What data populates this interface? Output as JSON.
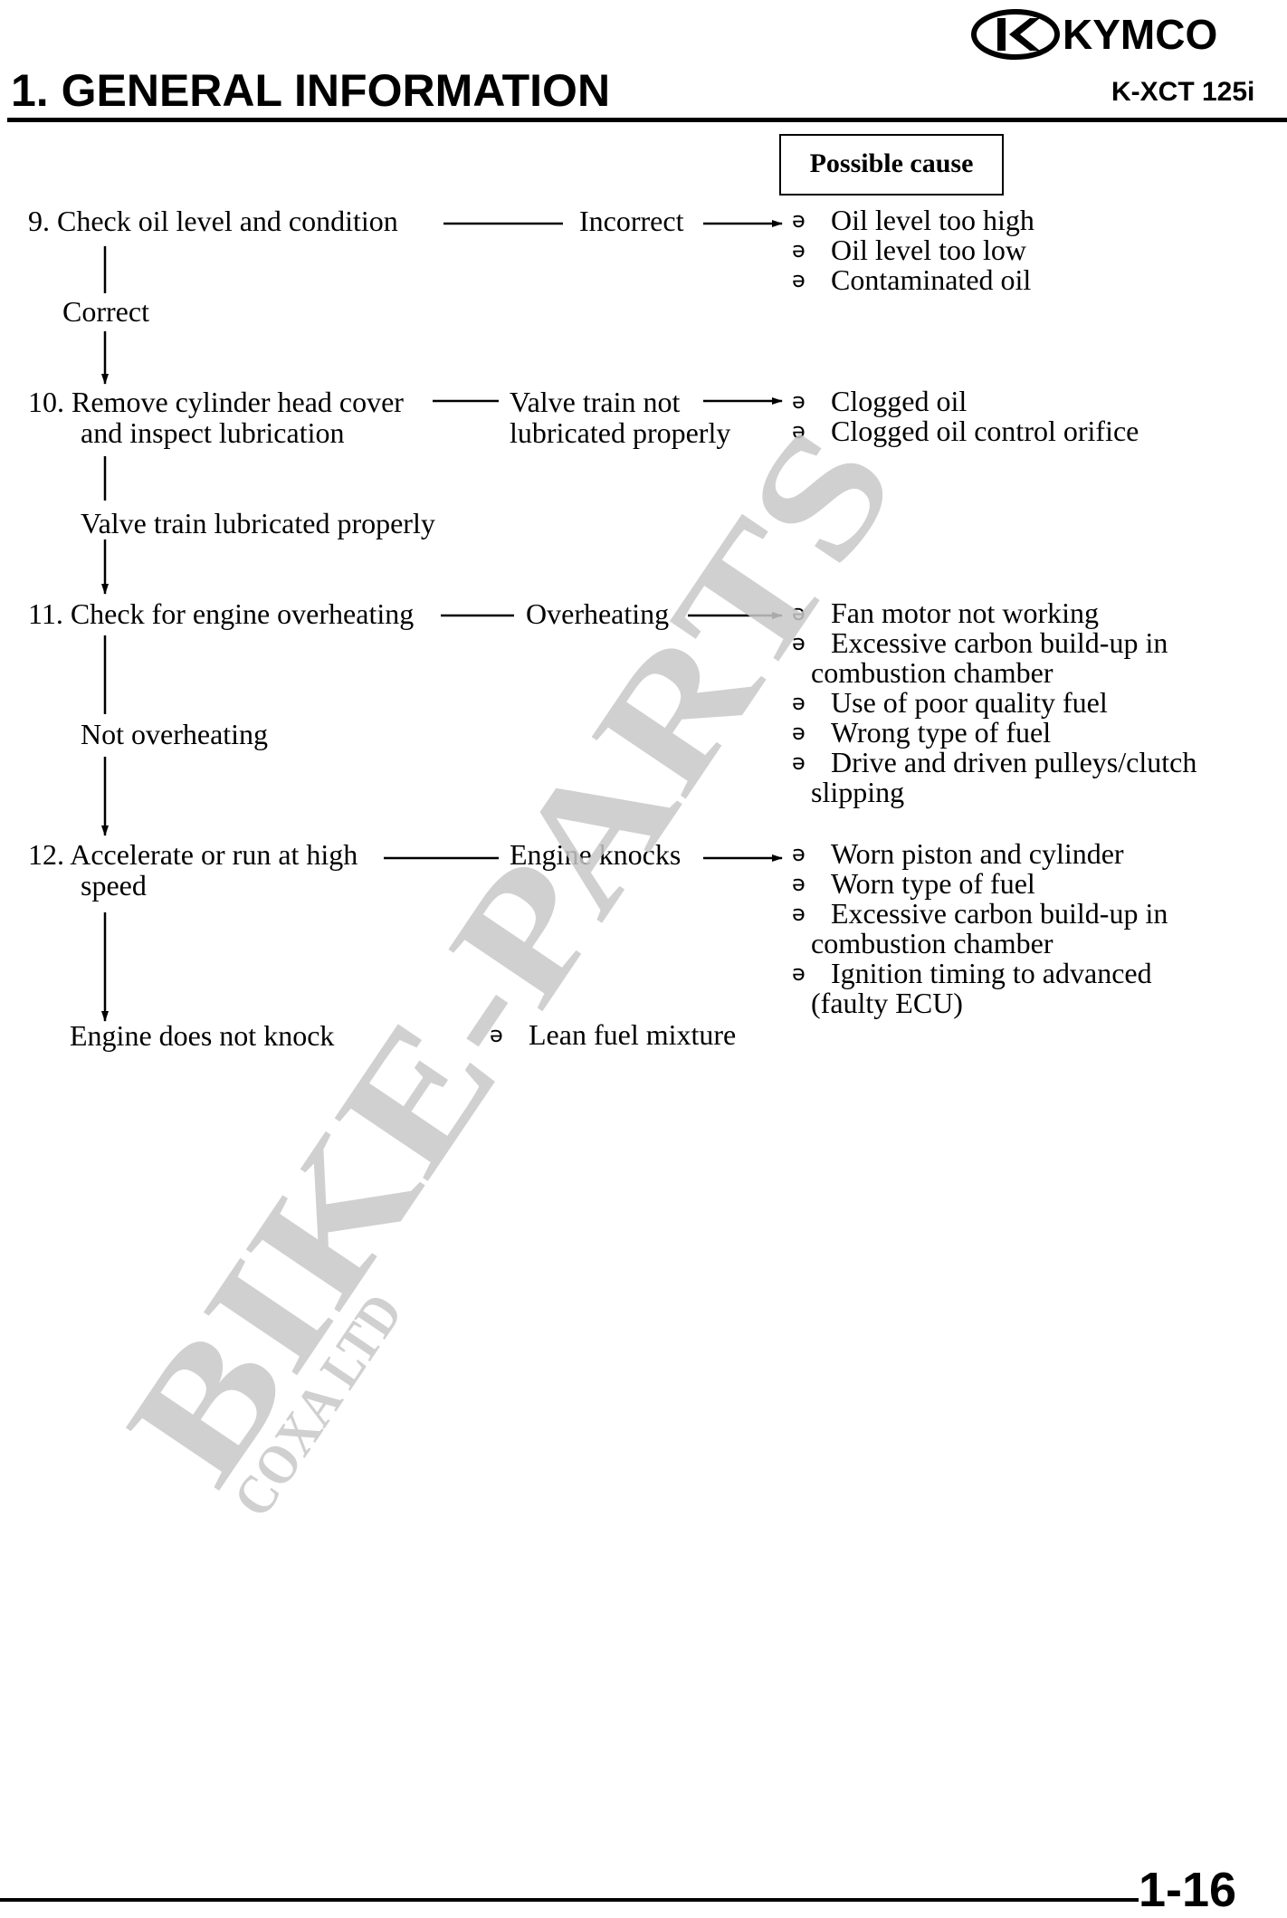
{
  "header": {
    "brand": "KYMCO",
    "section_title": "1. GENERAL INFORMATION",
    "model": "K-XCT 125i"
  },
  "possible_cause_label": "Possible cause",
  "bullet_glyph": "ə",
  "steps": [
    {
      "id": "9",
      "title_lines": [
        "9. Check oil level and condition"
      ],
      "result": "Incorrect",
      "causes": [
        "Oil level too high",
        "Oil level too low",
        "Contaminated oil"
      ],
      "pass": "Correct"
    },
    {
      "id": "10",
      "title_lines": [
        "10. Remove cylinder head cover",
        "and inspect lubrication"
      ],
      "result_lines": [
        "Valve train not",
        "lubricated properly"
      ],
      "causes": [
        "Clogged oil",
        "Clogged oil control orifice"
      ],
      "pass": "Valve train lubricated properly"
    },
    {
      "id": "11",
      "title_lines": [
        "11. Check for engine overheating"
      ],
      "result": "Overheating",
      "causes": [
        [
          "Fan motor not working"
        ],
        [
          "Excessive carbon build-up in",
          "combustion chamber"
        ],
        [
          "Use of poor quality fuel"
        ],
        [
          "Wrong type of fuel"
        ],
        [
          "Drive and driven pulleys/clutch",
          "slipping"
        ]
      ],
      "pass": "Not overheating"
    },
    {
      "id": "12",
      "title_lines": [
        "12. Accelerate or run at high",
        "speed"
      ],
      "result": "Engine knocks",
      "causes": [
        [
          "Worn piston and cylinder"
        ],
        [
          "Worn type of fuel"
        ],
        [
          "Excessive carbon build-up in",
          "combustion chamber"
        ],
        [
          "Ignition timing to advanced",
          "(faulty ECU)"
        ]
      ],
      "pass": "Engine does not knock",
      "pass_cause": "Lean fuel mixture"
    }
  ],
  "watermark": {
    "main": "BIKE-PARTS",
    "sub": "COXA LTD"
  },
  "footer": {
    "page_number": "1-16"
  }
}
